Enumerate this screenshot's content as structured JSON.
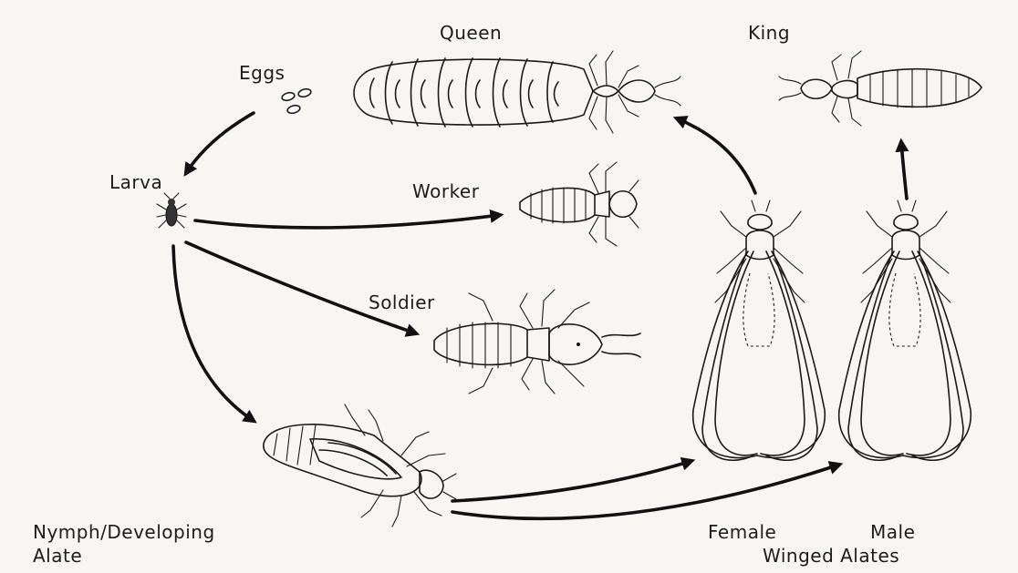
{
  "labels": {
    "eggs": "Eggs",
    "larva": "Larva",
    "queen": "Queen",
    "king": "King",
    "worker": "Worker",
    "soldier": "Soldier",
    "nymph_line1": "Nymph/Developing",
    "nymph_line2": "Alate",
    "female": "Female",
    "male": "Male",
    "winged_alates": "Winged Alates"
  },
  "colors": {
    "ink": "#1a1a1a",
    "paper": "#f7f6f2"
  }
}
